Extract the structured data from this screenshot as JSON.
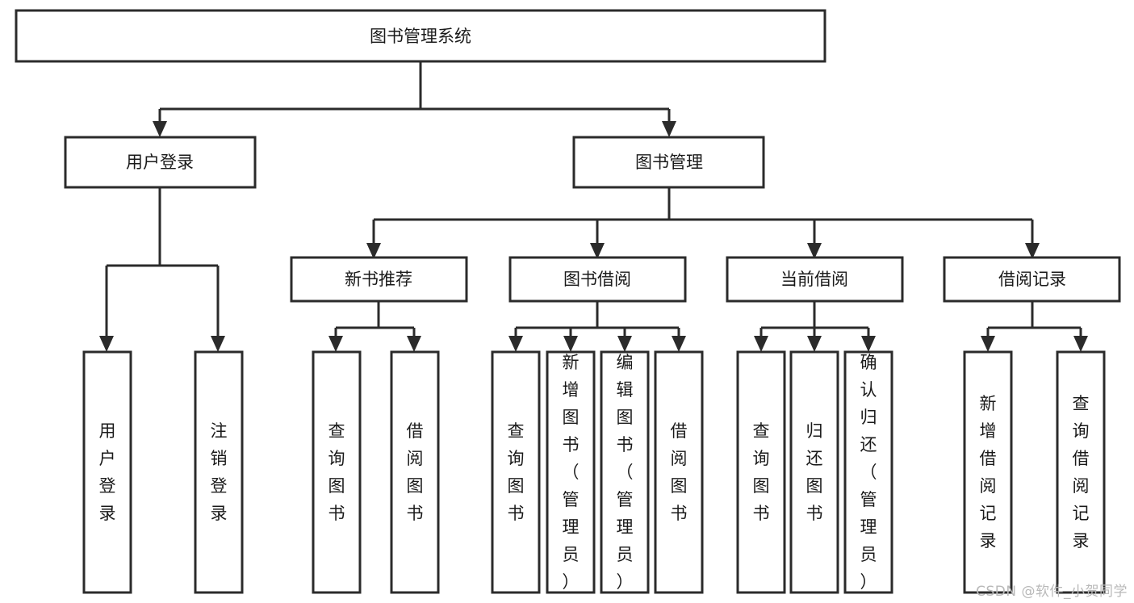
{
  "diagram": {
    "title": "图书管理系统",
    "type": "tree-hierarchy-chart",
    "watermark": "CSDN @软件_小贺同学",
    "colors": {
      "stroke": "#2b2b2b",
      "fill": "#ffffff",
      "text": "#1a1a1a",
      "watermark": "#b9b9b9"
    },
    "levels": {
      "root": "图书管理系统",
      "level2": [
        "用户登录",
        "图书管理"
      ],
      "level3": [
        "新书推荐",
        "图书借阅",
        "当前借阅",
        "借阅记录"
      ]
    },
    "nodes": {
      "root": {
        "label": "图书管理系统",
        "orientation": "horizontal"
      },
      "user_login": {
        "label": "用户登录",
        "orientation": "horizontal"
      },
      "book_manage": {
        "label": "图书管理",
        "orientation": "horizontal"
      },
      "new_book_rec": {
        "label": "新书推荐",
        "orientation": "horizontal"
      },
      "book_borrow": {
        "label": "图书借阅",
        "orientation": "horizontal"
      },
      "current_borrow": {
        "label": "当前借阅",
        "orientation": "horizontal"
      },
      "borrow_record": {
        "label": "借阅记录",
        "orientation": "horizontal"
      },
      "leaf_user_login": {
        "label": "用户登录",
        "orientation": "vertical"
      },
      "leaf_logout": {
        "label": "注销登录",
        "orientation": "vertical"
      },
      "leaf_query_book_1": {
        "label": "查询图书",
        "orientation": "vertical"
      },
      "leaf_borrow_book_1": {
        "label": "借阅图书",
        "orientation": "vertical"
      },
      "leaf_query_book_2": {
        "label": "查询图书",
        "orientation": "vertical"
      },
      "leaf_add_book": {
        "label": "新增图书（管理员）",
        "orientation": "vertical"
      },
      "leaf_edit_book": {
        "label": "编辑图书（管理员）",
        "orientation": "vertical"
      },
      "leaf_borrow_book_2": {
        "label": "借阅图书",
        "orientation": "vertical"
      },
      "leaf_query_book_3": {
        "label": "查询图书",
        "orientation": "vertical"
      },
      "leaf_return_book": {
        "label": "归还图书",
        "orientation": "vertical"
      },
      "leaf_confirm_return": {
        "label": "确认归还（管理员）",
        "orientation": "vertical"
      },
      "leaf_add_record": {
        "label": "新增借阅记录",
        "orientation": "vertical"
      },
      "leaf_query_record": {
        "label": "查询借阅记录",
        "orientation": "vertical"
      }
    },
    "edges": [
      {
        "from": "root",
        "to": "用户登录"
      },
      {
        "from": "root",
        "to": "图书管理"
      },
      {
        "from": "用户登录",
        "to": "用户登录(叶)"
      },
      {
        "from": "用户登录",
        "to": "注销登录"
      },
      {
        "from": "图书管理",
        "to": "新书推荐"
      },
      {
        "from": "图书管理",
        "to": "图书借阅"
      },
      {
        "from": "图书管理",
        "to": "当前借阅"
      },
      {
        "from": "图书管理",
        "to": "借阅记录"
      },
      {
        "from": "新书推荐",
        "to": "查询图书"
      },
      {
        "from": "新书推荐",
        "to": "借阅图书"
      },
      {
        "from": "图书借阅",
        "to": "查询图书"
      },
      {
        "from": "图书借阅",
        "to": "新增图书（管理员）"
      },
      {
        "from": "图书借阅",
        "to": "编辑图书（管理员）"
      },
      {
        "from": "图书借阅",
        "to": "借阅图书"
      },
      {
        "from": "当前借阅",
        "to": "查询图书"
      },
      {
        "from": "当前借阅",
        "to": "归还图书"
      },
      {
        "from": "当前借阅",
        "to": "确认归还（管理员）"
      },
      {
        "from": "借阅记录",
        "to": "新增借阅记录"
      },
      {
        "from": "借阅记录",
        "to": "查询借阅记录"
      }
    ]
  }
}
